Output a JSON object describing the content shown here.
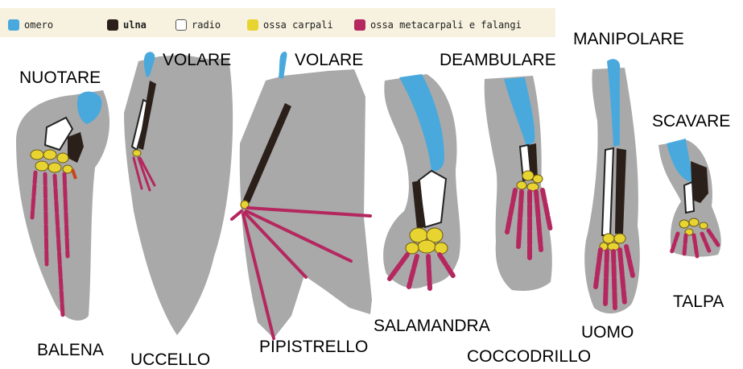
{
  "colors": {
    "omero": "#4aa9dc",
    "ulna": "#2b1f1a",
    "radio": "#ffffff",
    "carpali": "#e8d431",
    "metacarpali": "#b5275f",
    "membrane": "#a9a9a9",
    "legend_bg": "#f7f2df"
  },
  "legend": [
    {
      "key": "omero",
      "label": "omero"
    },
    {
      "key": "ulna",
      "label": "ulna"
    },
    {
      "key": "radio",
      "label": "radio"
    },
    {
      "key": "carpali",
      "label": "ossa carpali"
    },
    {
      "key": "metacarpali",
      "label": "ossa metacarpali e falangi"
    }
  ],
  "functions": {
    "nuotare": "NUOTARE",
    "volare_1": "VOLARE",
    "volare_2": "VOLARE",
    "deambulare": "DEAMBULARE",
    "manipolare": "MANIPOLARE",
    "scavare": "SCAVARE"
  },
  "animals": {
    "balena": "BALENA",
    "uccello": "UCCELLO",
    "pipistrello": "PIPISTRELLO",
    "salamandra": "SALAMANDRA",
    "coccodrillo": "COCCODRILLO",
    "uomo": "UOMO",
    "talpa": "TALPA"
  }
}
